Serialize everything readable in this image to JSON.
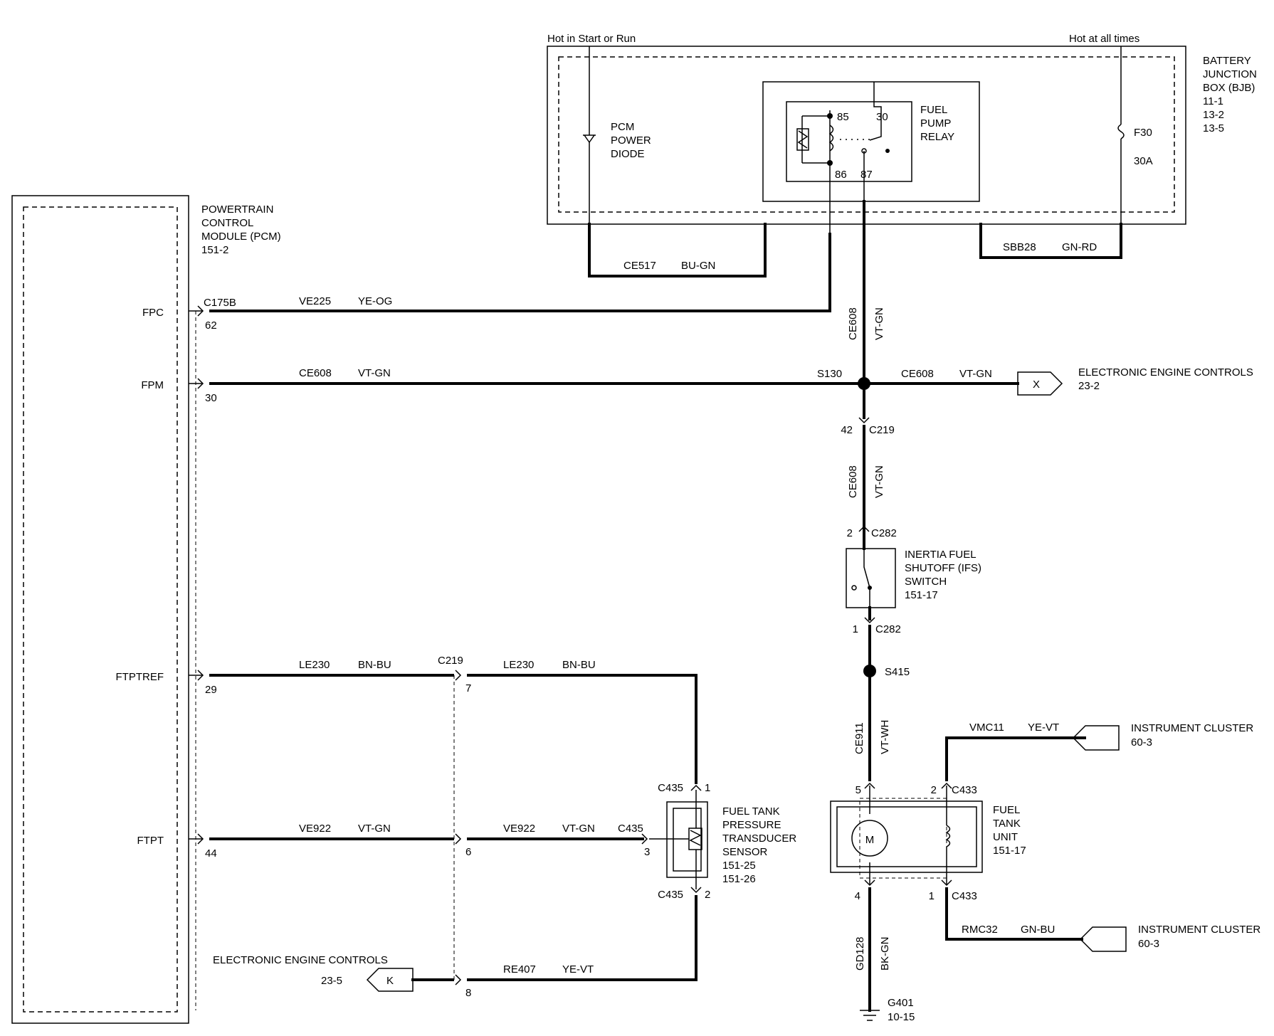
{
  "feeds": {
    "start_run": "Hot in Start or Run",
    "all_times": "Hot at all times"
  },
  "bjb": {
    "lines": [
      "BATTERY",
      "JUNCTION",
      "BOX (BJB)",
      "11-1",
      "13-2",
      "13-5"
    ]
  },
  "diode": {
    "lines": [
      "PCM",
      "POWER",
      "DIODE"
    ]
  },
  "relay": {
    "lines": [
      "FUEL",
      "PUMP",
      "RELAY"
    ],
    "pin85": "85",
    "pin86": "86",
    "pin30": "30",
    "pin87": "87"
  },
  "fuse": {
    "name": "F30",
    "rating": "30A"
  },
  "pcm": {
    "lines": [
      "POWERTRAIN",
      "CONTROL",
      "MODULE (PCM)",
      "151-2"
    ]
  },
  "pcm_pins": [
    {
      "name": "FPC",
      "pin": "62",
      "connector": "C175B"
    },
    {
      "name": "FPM",
      "pin": "30"
    },
    {
      "name": "FTPTREF",
      "pin": "29"
    },
    {
      "name": "FTPT",
      "pin": "44"
    }
  ],
  "wires": {
    "ce517": {
      "circuit": "CE517",
      "color": "BU-GN"
    },
    "sbb28": {
      "circuit": "SBB28",
      "color": "GN-RD"
    },
    "ve225": {
      "circuit": "VE225",
      "color": "YE-OG"
    },
    "ce608_pcm": {
      "circuit": "CE608",
      "color": "VT-GN"
    },
    "ce608_vert": {
      "circuit": "CE608",
      "color": "VT-GN"
    },
    "ce608_eec": {
      "circuit": "CE608",
      "color": "VT-GN"
    },
    "ce608_lower": {
      "circuit": "CE608",
      "color": "VT-GN"
    },
    "le230_a": {
      "circuit": "LE230",
      "color": "BN-BU"
    },
    "le230_b": {
      "circuit": "LE230",
      "color": "BN-BU"
    },
    "ve922_a": {
      "circuit": "VE922",
      "color": "VT-GN"
    },
    "ve922_b": {
      "circuit": "VE922",
      "color": "VT-GN"
    },
    "re407": {
      "circuit": "RE407",
      "color": "YE-VT"
    },
    "ce911": {
      "circuit": "CE911",
      "color": "VT-WH"
    },
    "vmc11": {
      "circuit": "VMC11",
      "color": "YE-VT"
    },
    "rmc32": {
      "circuit": "RMC32",
      "color": "GN-BU"
    },
    "gd128": {
      "circuit": "GD128",
      "color": "BK-GN"
    }
  },
  "splices": {
    "s130": "S130",
    "s415": "S415"
  },
  "connectors": {
    "c219_top": {
      "name": "C219",
      "pin": "42"
    },
    "c282_top": {
      "name": "C282",
      "pin": "2"
    },
    "c282_bot": {
      "name": "C282",
      "pin": "1"
    },
    "c219_mid": {
      "name": "C219",
      "pin7": "7",
      "pin6": "6",
      "pin8": "8"
    },
    "c435_top": {
      "name": "C435",
      "pin": "1"
    },
    "c435_mid": {
      "name": "C435",
      "pin": "3"
    },
    "c435_bot": {
      "name": "C435",
      "pin": "2"
    },
    "c433_top": {
      "name": "C433",
      "pin_motor": "5",
      "pin_sender": "2"
    },
    "c433_bot": {
      "name": "C433",
      "pin_motor": "4",
      "pin_sender": "1"
    }
  },
  "ifs": {
    "lines": [
      "INERTIA FUEL",
      "SHUTOFF (IFS)",
      "SWITCH",
      "151-17"
    ]
  },
  "ftpt_sensor": {
    "lines": [
      "FUEL TANK",
      "PRESSURE",
      "TRANSDUCER",
      "SENSOR",
      "151-25",
      "151-26"
    ]
  },
  "fuel_tank": {
    "lines": [
      "FUEL",
      "TANK",
      "UNIT",
      "151-17"
    ],
    "motor": "M"
  },
  "eec_right": {
    "letter": "X",
    "label": "ELECTRONIC ENGINE CONTROLS",
    "page": "23-2"
  },
  "eec_left": {
    "letter": "K",
    "label": "ELECTRONIC ENGINE CONTROLS",
    "page": "23-5"
  },
  "ic_top": {
    "label": "INSTRUMENT CLUSTER",
    "page": "60-3"
  },
  "ic_bot": {
    "label": "INSTRUMENT CLUSTER",
    "page": "60-3"
  },
  "ground": {
    "name": "G401",
    "page": "10-15"
  }
}
